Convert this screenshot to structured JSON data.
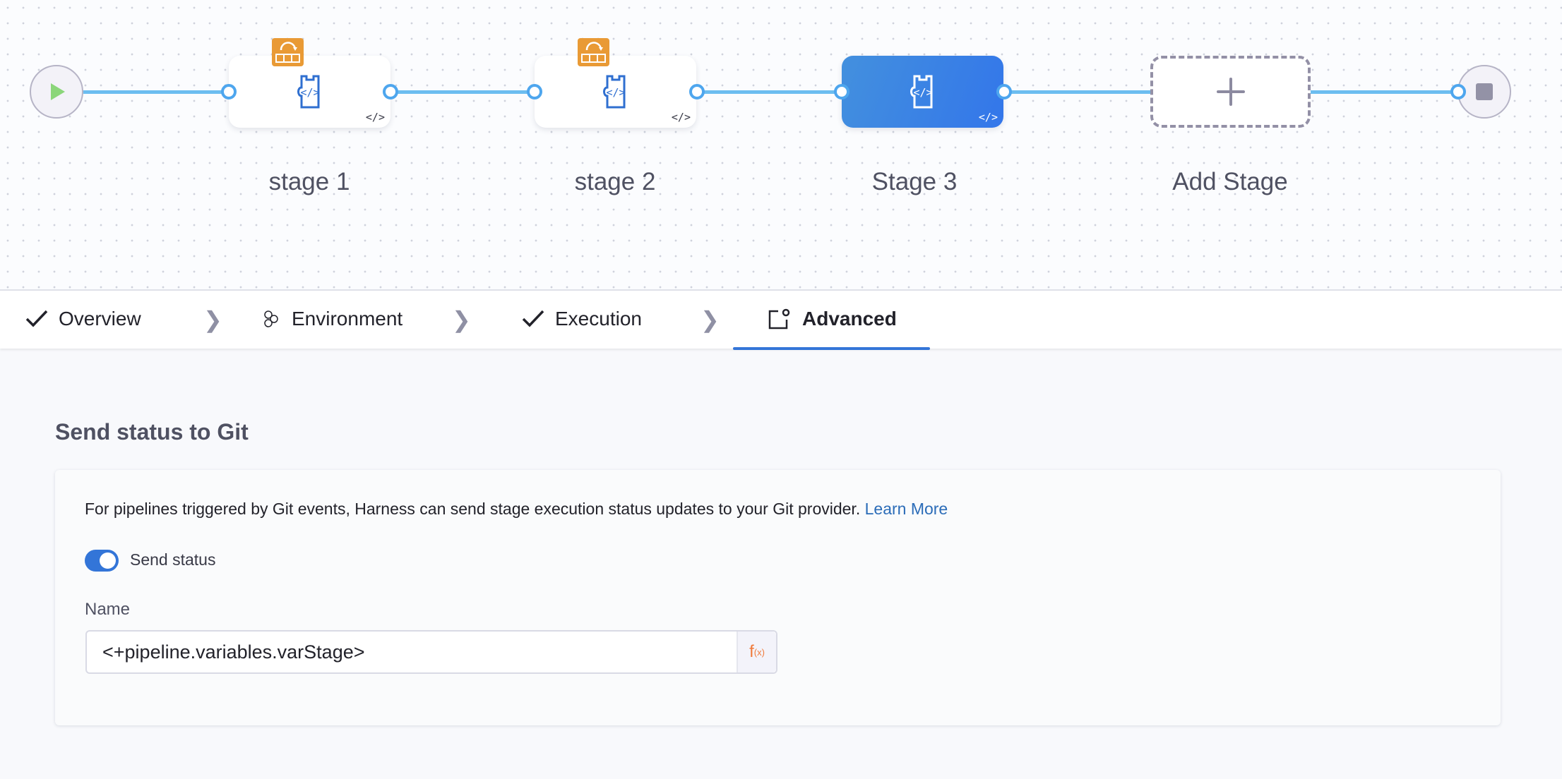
{
  "pipeline": {
    "stages": [
      {
        "label": "stage 1",
        "selected": false,
        "badge": "looping-strategy-icon"
      },
      {
        "label": "stage 2",
        "selected": false,
        "badge": "looping-strategy-icon"
      },
      {
        "label": "Stage 3",
        "selected": true
      }
    ],
    "add_stage_label": "Add Stage",
    "code_glyph": "</>",
    "colors": {
      "connector": "#6cbdf0",
      "selected_stage": "#3a7fe4",
      "badge": "#e99a35"
    }
  },
  "tabs": [
    {
      "label": "Overview",
      "icon": "check-icon",
      "complete": true
    },
    {
      "label": "Environment",
      "icon": "environment-icon"
    },
    {
      "label": "Execution",
      "icon": "check-icon",
      "complete": true
    },
    {
      "label": "Advanced",
      "icon": "advanced-settings-icon",
      "active": true
    }
  ],
  "section": {
    "title": "Send status to Git",
    "description": "For pipelines triggered by Git events, Harness can send stage execution status updates to your Git provider.",
    "learn_more": "Learn More",
    "toggle_label": "Send status",
    "toggle_on": true,
    "name_label": "Name",
    "name_value": "<+pipeline.variables.varStage>",
    "fx_label": "f",
    "fx_sub": "(x)"
  }
}
